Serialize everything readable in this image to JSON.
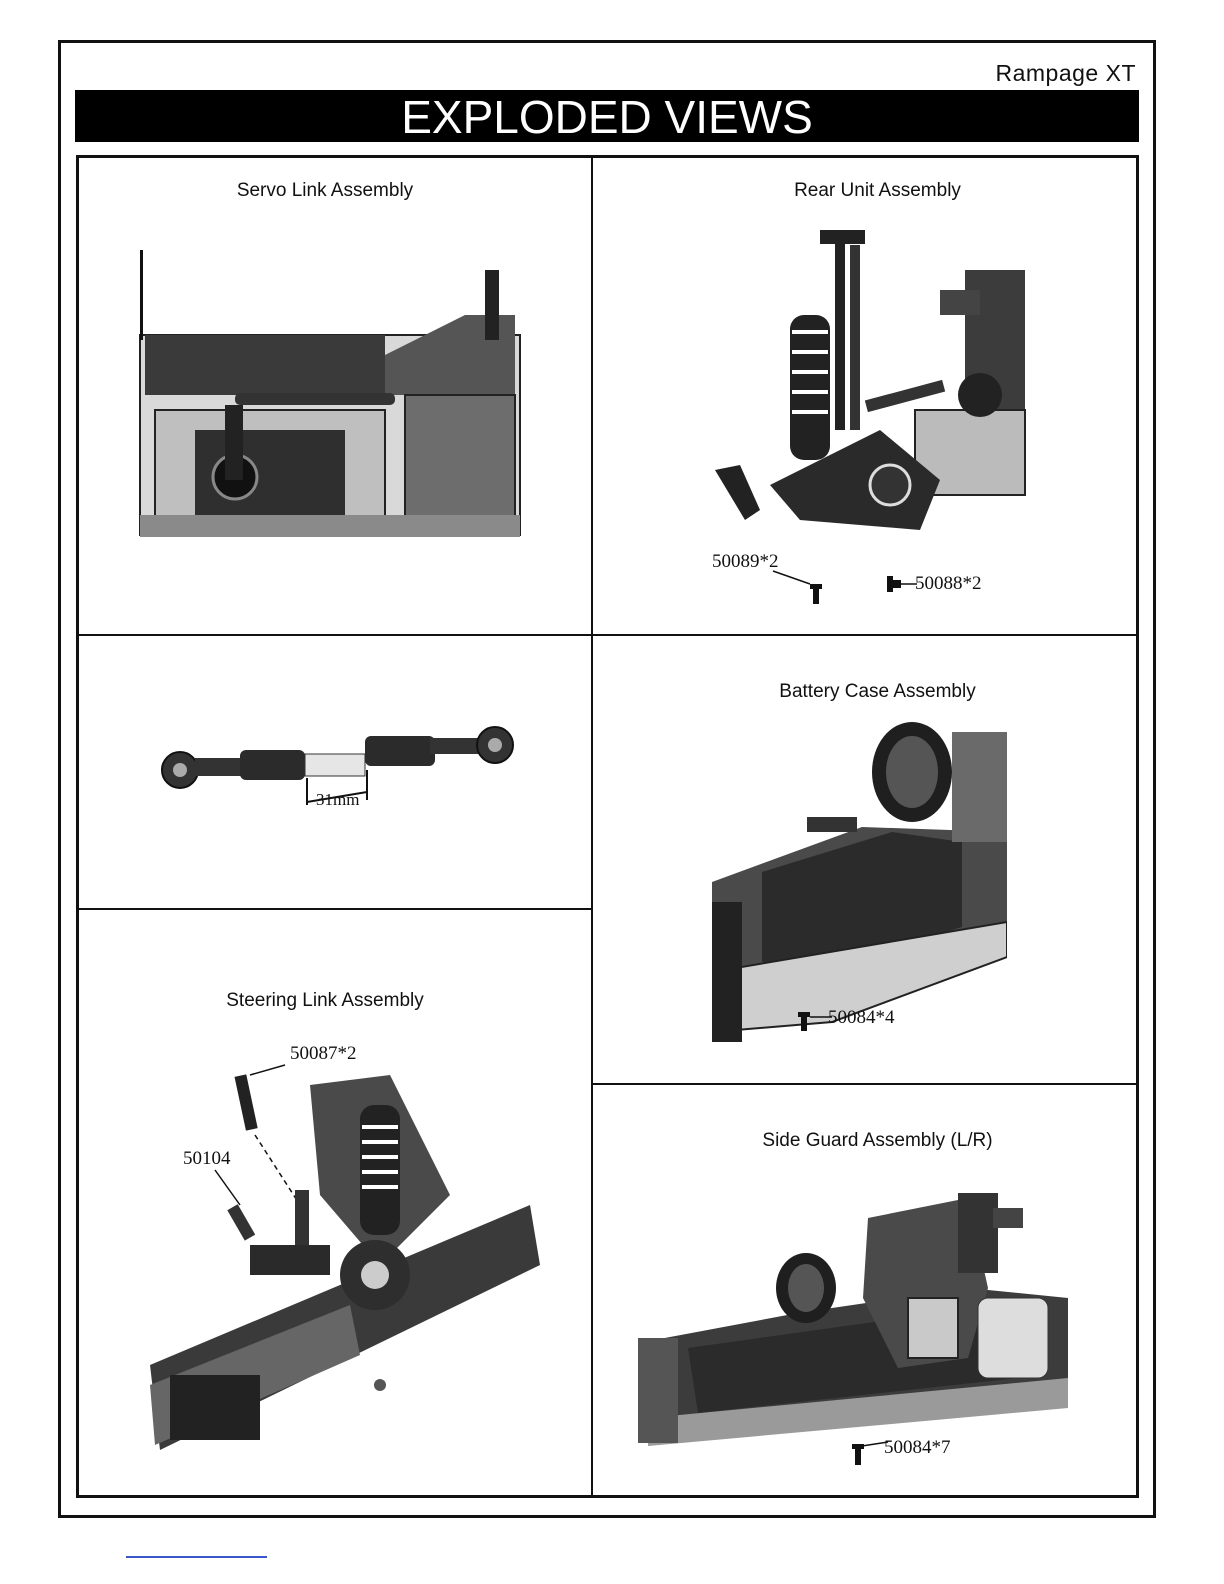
{
  "header": {
    "brand": "Rampage XT",
    "title": "EXPLODED VIEWS"
  },
  "panels": {
    "servo": {
      "title": "Servo Link Assembly"
    },
    "link": {
      "dimension": "31mm"
    },
    "steering": {
      "title": "Steering Link Assembly",
      "callouts": [
        "50087*2",
        "50104"
      ]
    },
    "rear": {
      "title": "Rear Unit Assembly",
      "callouts": [
        "50089*2",
        "50088*2"
      ]
    },
    "battery": {
      "title": "Battery Case Assembly",
      "callouts": [
        "50084*4"
      ]
    },
    "side": {
      "title": "Side Guard Assembly (L/R)",
      "callouts": [
        "50084*7"
      ]
    }
  }
}
